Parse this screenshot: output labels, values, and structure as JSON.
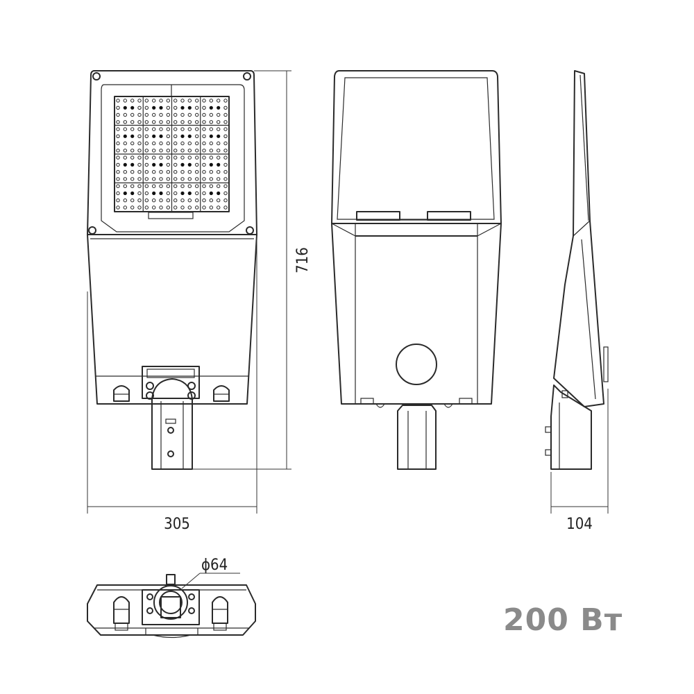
{
  "dimensions": {
    "height": "716",
    "width": "305",
    "depth": "104",
    "diameter": "ϕ64"
  },
  "power": "200 Вт",
  "colors": {
    "line": "#2a2a2a",
    "power_label": "#8a8a8a"
  }
}
